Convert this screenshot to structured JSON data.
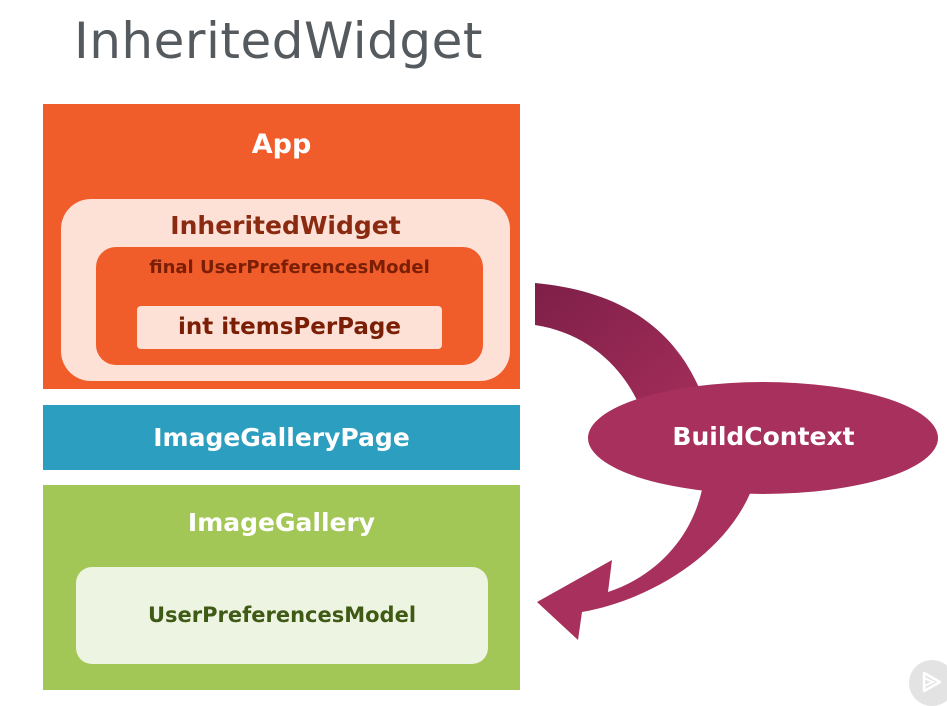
{
  "title": "InheritedWidget",
  "boxes": {
    "app": "App",
    "inherited_widget": "InheritedWidget",
    "model_field": "final UserPreferencesModel",
    "items_per_page": "int itemsPerPage",
    "image_gallery_page": "ImageGalleryPage",
    "image_gallery": "ImageGallery",
    "user_preferences_model": "UserPreferencesModel"
  },
  "build_context": "BuildContext",
  "colors": {
    "app_orange": "#f15c2b",
    "light_peach": "#fde0d6",
    "page_blue": "#2c9ebf",
    "gallery_green": "#a3c756",
    "light_green": "#eef4e2",
    "context_magenta": "#a8305c",
    "arrow_dark": "#7e1f48"
  },
  "icons": {
    "corner_badge": "play-logo-icon"
  }
}
